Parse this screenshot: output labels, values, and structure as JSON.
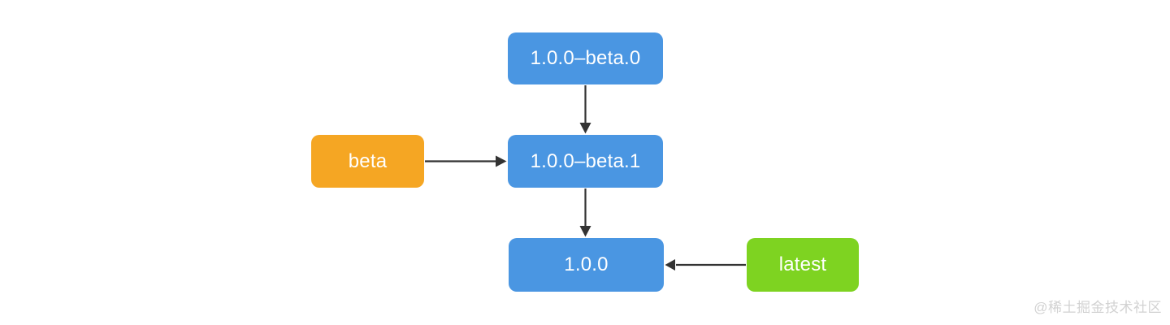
{
  "diagram": {
    "nodes": {
      "beta0": {
        "label": "1.0.0–beta.0",
        "kind": "version"
      },
      "beta1": {
        "label": "1.0.0–beta.1",
        "kind": "version"
      },
      "v100": {
        "label": "1.0.0",
        "kind": "version"
      },
      "tag_beta": {
        "label": "beta",
        "kind": "dist-tag"
      },
      "tag_latest": {
        "label": "latest",
        "kind": "dist-tag"
      }
    },
    "edges": [
      {
        "from": "1.0.0–beta.0",
        "to": "1.0.0–beta.1",
        "direction": "down"
      },
      {
        "from": "beta",
        "to": "1.0.0–beta.1",
        "direction": "right"
      },
      {
        "from": "1.0.0–beta.1",
        "to": "1.0.0",
        "direction": "down"
      },
      {
        "from": "latest",
        "to": "1.0.0",
        "direction": "left"
      }
    ],
    "colors": {
      "version_node": "#4a96e2",
      "beta_tag_node": "#f5a623",
      "latest_tag_node": "#7ed321",
      "node_text": "#ffffff",
      "arrow": "#333333",
      "background": "#ffffff",
      "watermark_text": "#d2d2d2"
    }
  },
  "watermark": {
    "text": "@稀土掘金技术社区"
  }
}
